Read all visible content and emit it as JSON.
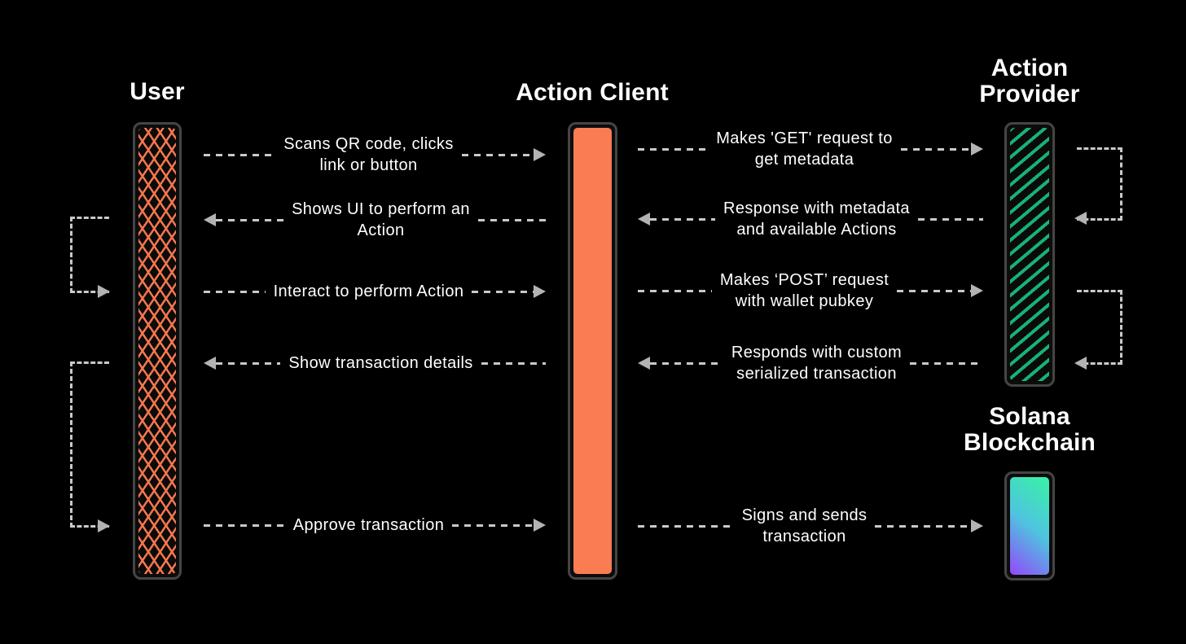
{
  "diagram": {
    "background": "#000000",
    "arrow_color": "#c9c9c9",
    "type": "sequence-diagram"
  },
  "actors": [
    {
      "label": "User",
      "pattern": "crosshatch",
      "color": "#f5764c"
    },
    {
      "label": "Action Client",
      "pattern": "solid",
      "color": "#f97c52"
    },
    {
      "label": "Action Provider",
      "pattern": "diagonal-stripes",
      "color": "#16b377"
    },
    {
      "label": "Solana Blockchain",
      "pattern": "gradient",
      "gradient_start": "#38f3a4",
      "gradient_end": "#9447fa"
    }
  ],
  "messages": {
    "user_client": [
      {
        "text": "Scans QR code, clicks\nlink or button",
        "direction": "right"
      },
      {
        "text": "Shows UI to perform an\nAction",
        "direction": "left"
      },
      {
        "text": "Interact to perform Action",
        "direction": "right"
      },
      {
        "text": "Show transaction details",
        "direction": "left"
      },
      {
        "text": "Approve transaction",
        "direction": "right"
      }
    ],
    "client_provider": [
      {
        "text": "Makes 'GET' request to\nget metadata",
        "direction": "right"
      },
      {
        "text": "Response with metadata\nand available Actions",
        "direction": "left"
      },
      {
        "text": "Makes ‘POST’ request\nwith wallet pubkey",
        "direction": "right"
      },
      {
        "text": "Responds with custom\nserialized transaction",
        "direction": "left"
      },
      {
        "text": "Signs and sends\ntransaction",
        "direction": "right"
      }
    ]
  }
}
